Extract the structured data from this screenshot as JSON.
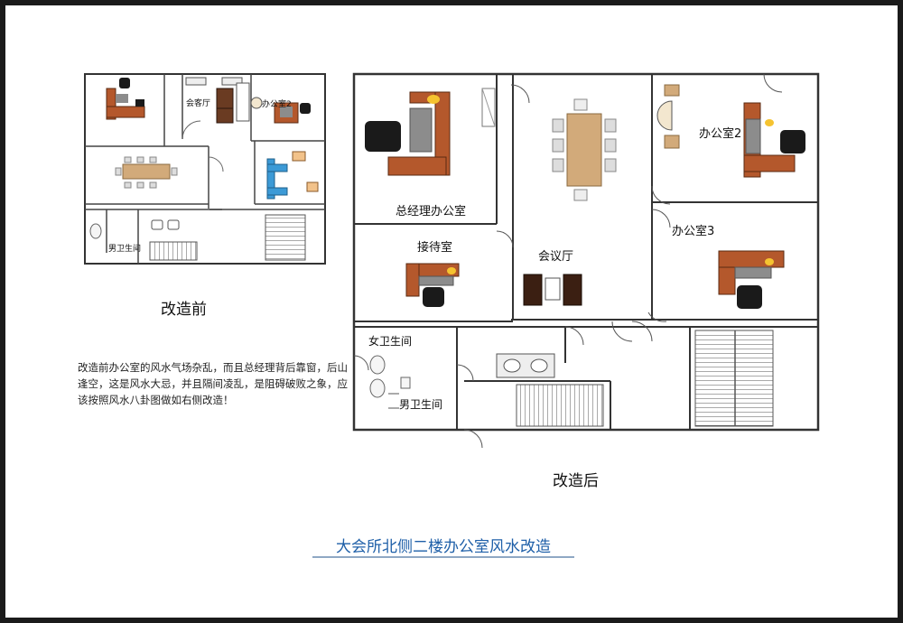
{
  "before": {
    "caption": "改造前",
    "rooms": {
      "reception_hall": "会客厅",
      "office2": "办公室2",
      "mens_restroom": "男卫生间"
    },
    "description": "改造前办公室的风水气场杂乱，而且总经理背后靠窗，后山逢空，这是风水大忌，并且隔间凌乱，是阻碍破败之象，应该按照风水八卦图做如右侧改造！"
  },
  "after": {
    "caption": "改造后",
    "rooms": {
      "gm_office": "总经理办公室",
      "reception_room": "接待室",
      "meeting_hall": "会议厅",
      "office2": "办公室2",
      "office3": "办公室3",
      "womens_restroom": "女卫生间",
      "mens_restroom": "男卫生间"
    }
  },
  "title": "大会所北侧二楼办公室风水改造",
  "colors": {
    "wall": "#333333",
    "desk_wood": "#b4582c",
    "desk_gray": "#8c8c8c",
    "table_wood": "#d2aa7a",
    "chair_black": "#1a1a1a",
    "title_blue": "#1e5fa8",
    "accent_blue": "#3c9ad6"
  }
}
